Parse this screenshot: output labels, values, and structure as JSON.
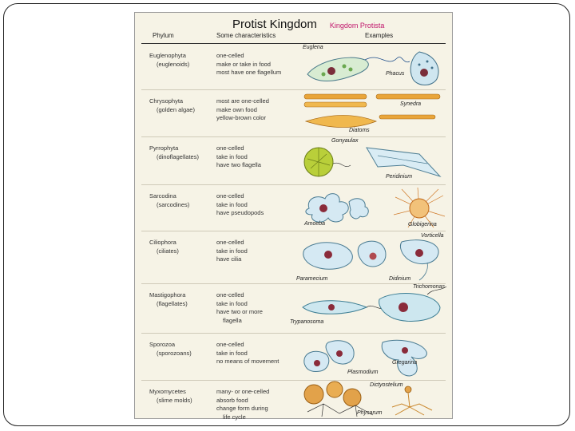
{
  "chart_title": "Protist Kingdom",
  "chart_subtitle": "Kingdom Protista",
  "columns": {
    "phylum": "Phylum",
    "characteristics": "Some characteristics",
    "examples": "Examples"
  },
  "rows": [
    {
      "phylum": "Euglenophyta",
      "common": "(euglenoids)",
      "characteristics": [
        "one-celled",
        "make or take in food",
        "most have one flagellum"
      ],
      "examples": [
        "Euglena",
        "Phacus"
      ]
    },
    {
      "phylum": "Chrysophyta",
      "common": "(golden algae)",
      "characteristics": [
        "most are one-celled",
        "make own food",
        "yellow-brown color"
      ],
      "examples": [
        "Synedra",
        "Diatoms"
      ]
    },
    {
      "phylum": "Pyrrophyta",
      "common": "(dinoflagellates)",
      "characteristics": [
        "one-celled",
        "take in food",
        "have two flagella"
      ],
      "examples": [
        "Gonyaulax",
        "Peridinium"
      ]
    },
    {
      "phylum": "Sarcodina",
      "common": "(sarcodines)",
      "characteristics": [
        "one-celled",
        "take in food",
        "have pseudopods"
      ],
      "examples": [
        "Amoeba",
        "Globigerina"
      ]
    },
    {
      "phylum": "Ciliophora",
      "common": "(ciliates)",
      "characteristics": [
        "one-celled",
        "take in food",
        "have cilia"
      ],
      "examples": [
        "Vorticella",
        "Paramecium",
        "Didinium"
      ]
    },
    {
      "phylum": "Mastigophora",
      "common": "(flagellates)",
      "characteristics": [
        "one-celled",
        "take in food",
        "have two or more",
        "flagella"
      ],
      "examples": [
        "Trichomonas",
        "Trypanosoma"
      ]
    },
    {
      "phylum": "Sporozoa",
      "common": "(sporozoans)",
      "characteristics": [
        "one-celled",
        "take in food",
        "no means of movement"
      ],
      "examples": [
        "Plasmodium",
        "Gregarina"
      ]
    },
    {
      "phylum": "Myxomycetes",
      "common": "(slime molds)",
      "characteristics": [
        "many- or one-celled",
        "absorb food",
        "change form during",
        "life cycle"
      ],
      "examples": [
        "Dictyostelium",
        "Physarum"
      ]
    }
  ],
  "colors": {
    "title_accent": "#c0146b",
    "organism_blue": "#cfe6f0",
    "diatom_gold": "#e9a53a"
  }
}
